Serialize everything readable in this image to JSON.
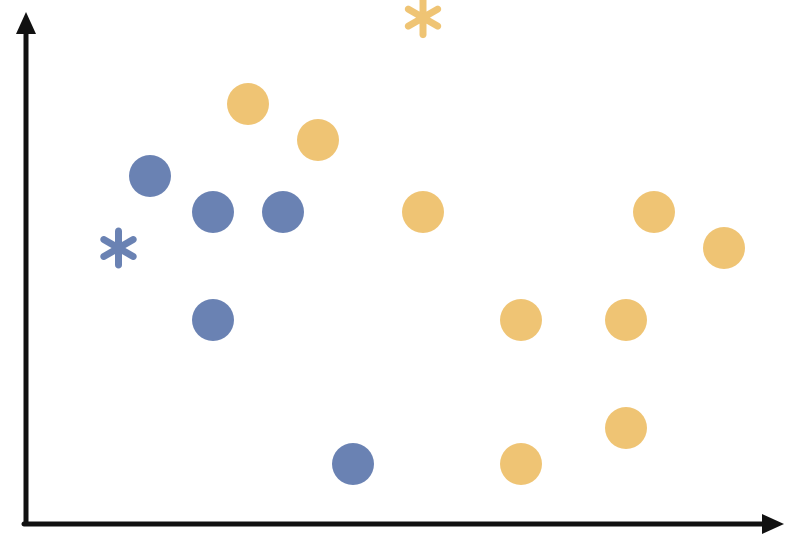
{
  "chart_data": {
    "type": "scatter",
    "title": "",
    "xlabel": "",
    "ylabel": "",
    "grid": false,
    "legend": "none",
    "xlim": [
      0,
      10
    ],
    "ylim": [
      0,
      7
    ],
    "series": [
      {
        "color": "#6a82b3",
        "points": [
          {
            "x": 1.2,
            "y": 4.5
          },
          {
            "x": 2.1,
            "y": 4.0
          },
          {
            "x": 3.1,
            "y": 4.0
          },
          {
            "x": 2.1,
            "y": 2.5
          },
          {
            "x": 4.1,
            "y": 0.5
          }
        ],
        "special_points": [
          {
            "x": 0.75,
            "y": 3.5,
            "marker": "asterisk"
          }
        ]
      },
      {
        "color": "#efc474",
        "points": [
          {
            "x": 2.6,
            "y": 5.5
          },
          {
            "x": 3.6,
            "y": 5.0
          },
          {
            "x": 5.1,
            "y": 4.0
          },
          {
            "x": 8.4,
            "y": 4.0
          },
          {
            "x": 9.4,
            "y": 3.5
          },
          {
            "x": 6.5,
            "y": 2.5
          },
          {
            "x": 8.0,
            "y": 2.5
          },
          {
            "x": 8.0,
            "y": 1.0
          },
          {
            "x": 6.5,
            "y": 0.5
          }
        ],
        "special_points": [
          {
            "x": 5.1,
            "y": 6.7,
            "marker": "asterisk"
          }
        ]
      }
    ]
  }
}
